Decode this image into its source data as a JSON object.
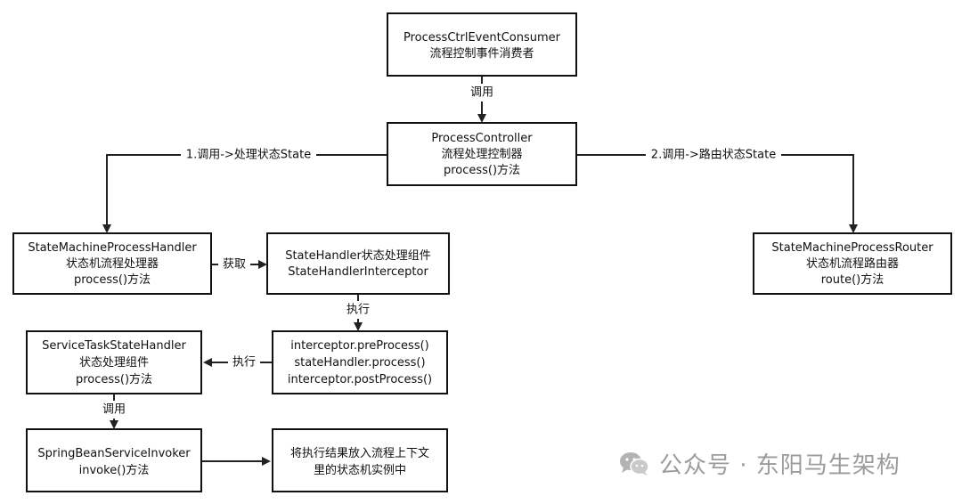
{
  "nodes": {
    "consumer": {
      "lines": [
        "ProcessCtrlEventConsumer",
        "流程控制事件消费者"
      ]
    },
    "controller": {
      "lines": [
        "ProcessController",
        "流程处理控制器",
        "process()方法"
      ]
    },
    "handler": {
      "lines": [
        "StateMachineProcessHandler",
        "状态机流程处理器",
        "process()方法"
      ]
    },
    "router": {
      "lines": [
        "StateMachineProcessRouter",
        "状态机流程路由器",
        "route()方法"
      ]
    },
    "component": {
      "lines": [
        "StateHandler状态处理组件",
        "StateHandlerInterceptor"
      ]
    },
    "interceptor": {
      "lines": [
        "interceptor.preProcess()",
        "stateHandler.process()",
        "interceptor.postProcess()"
      ]
    },
    "service_task": {
      "lines": [
        "ServiceTaskStateHandler",
        "状态处理组件",
        "process()方法"
      ]
    },
    "invoker": {
      "lines": [
        "SpringBeanServiceInvoker",
        "invoke()方法"
      ]
    },
    "result": {
      "lines": [
        "将执行结果放入流程上下文",
        "里的状态机实例中"
      ]
    }
  },
  "edges": {
    "consumer_controller": "调用",
    "controller_handler": "1.调用->处理状态State",
    "controller_router": "2.调用->路由状态State",
    "handler_component": "获取",
    "component_interceptor": "执行",
    "interceptor_service_task": "执行",
    "service_task_invoker": "调用",
    "invoker_result": ""
  },
  "watermark": {
    "text": "公众号 · 东阳马生架构",
    "icon": "wechat-icon",
    "color": "#9c9c9c"
  }
}
